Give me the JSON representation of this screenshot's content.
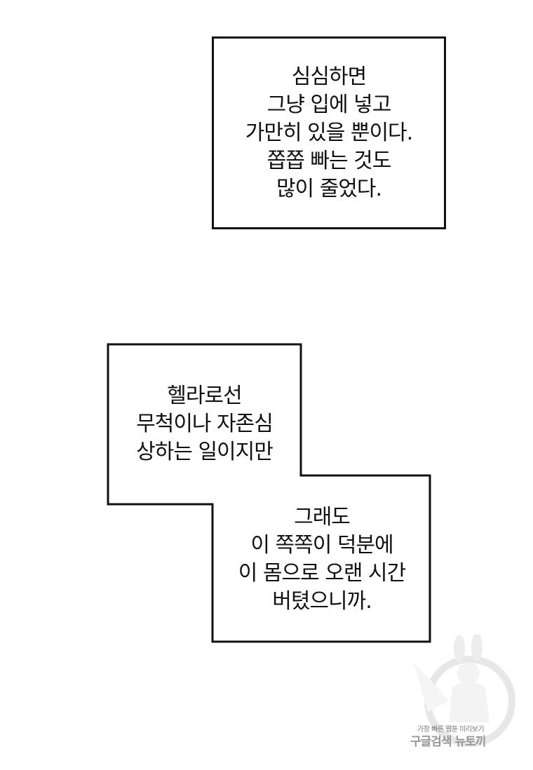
{
  "captions": [
    {
      "lines": [
        "심심하면",
        "그냥 입에 넣고",
        "가만히 있을 뿐이다.",
        "쫍쫍 빠는 것도",
        "많이 줄었다."
      ]
    },
    {
      "lines": [
        "헬라로선",
        "무척이나 자존심",
        "상하는 일이지만"
      ]
    },
    {
      "lines": [
        "그래도",
        "이 쪽쪽이 덕분에",
        "이 몸으로 오랜 시간",
        "버텼으니까."
      ]
    }
  ],
  "watermark": {
    "small_text": "가장 빠른 웹툰 미리보기",
    "big_text": "구글검색 뉴토끼"
  }
}
